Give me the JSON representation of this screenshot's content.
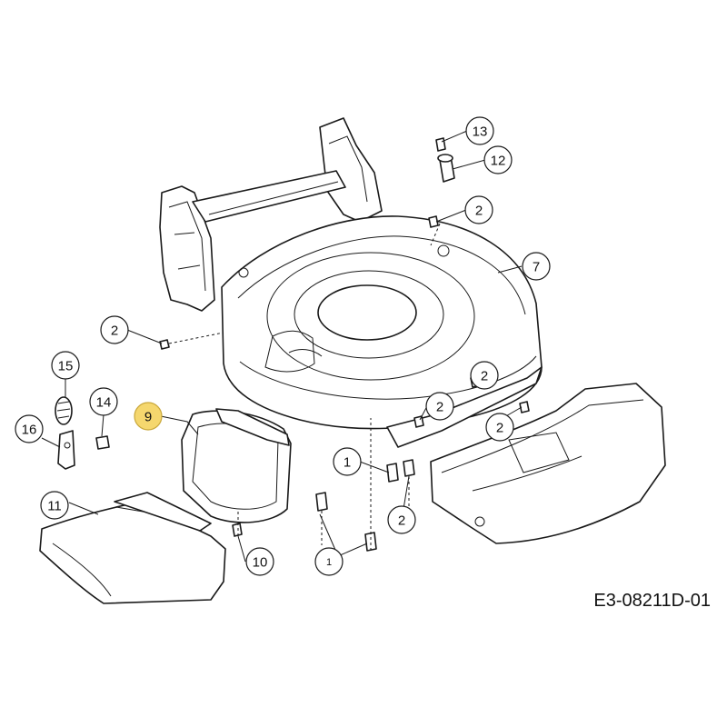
{
  "diagram_code": "E3-08211D-01",
  "highlight_color": "#f5d76e",
  "callouts": [
    {
      "label": "13",
      "highlight": false
    },
    {
      "label": "12",
      "highlight": false
    },
    {
      "label": "2",
      "highlight": false
    },
    {
      "label": "7",
      "highlight": false
    },
    {
      "label": "2",
      "highlight": false
    },
    {
      "label": "15",
      "highlight": false
    },
    {
      "label": "14",
      "highlight": false
    },
    {
      "label": "9",
      "highlight": true
    },
    {
      "label": "2",
      "highlight": false
    },
    {
      "label": "2",
      "highlight": false
    },
    {
      "label": "2",
      "highlight": false
    },
    {
      "label": "16",
      "highlight": false
    },
    {
      "label": "1",
      "highlight": false
    },
    {
      "label": "11",
      "highlight": false
    },
    {
      "label": "2",
      "highlight": false
    },
    {
      "label": "10",
      "highlight": false
    },
    {
      "label": "1",
      "highlight": false
    }
  ]
}
